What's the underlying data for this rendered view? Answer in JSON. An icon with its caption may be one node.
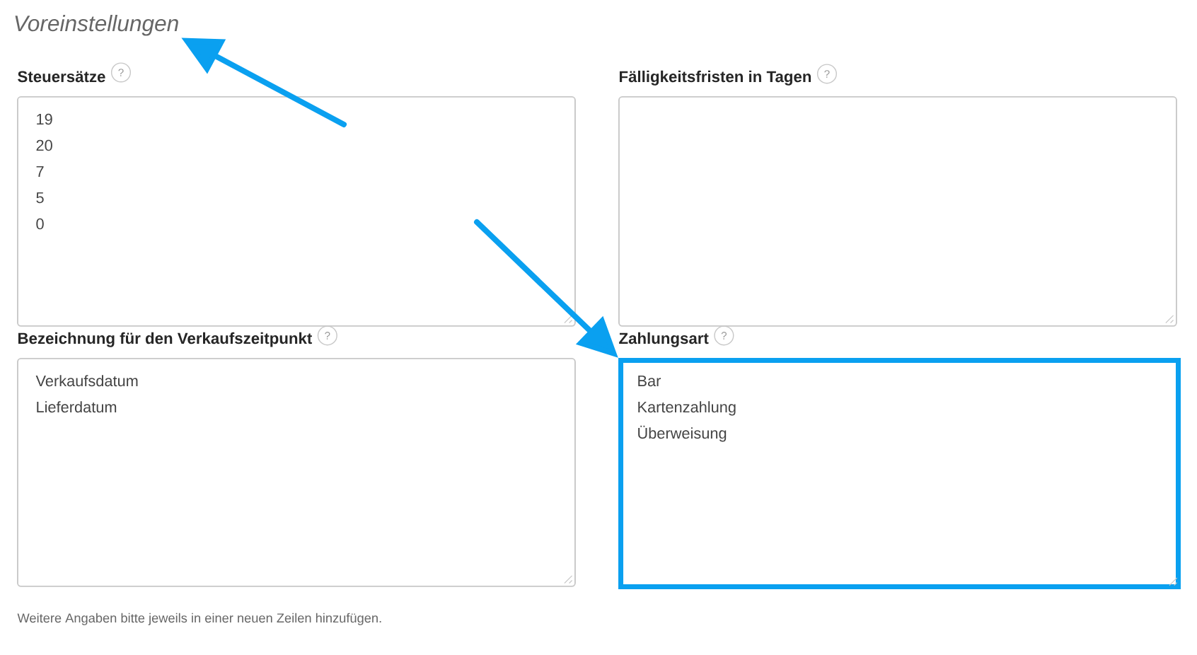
{
  "diagram": {
    "nodes": [
      {
        "text": [
          "Voreinstellungen"
        ]
      },
      {
        "text": [
          "Steuersätze",
          "19",
          "20",
          "7",
          "5",
          "0"
        ]
      },
      {
        "text": [
          "Fälligkeitsfristen in Tagen"
        ]
      },
      {
        "text": [
          "Bezeichnung für den Verkaufszeitpunkt",
          "Verkaufsdatum",
          "Lieferdatum"
        ]
      },
      {
        "text": [
          "Zahlungsart",
          "Bar",
          "Kartenzahlung",
          "Überweisung"
        ]
      }
    ],
    "edges": [
      {
        "from": 1,
        "to": 0,
        "arrow": "to"
      },
      {
        "from": 1,
        "to": 4,
        "arrow": "to"
      }
    ],
    "labels": [
      "?",
      "?",
      "?",
      "?",
      "Weitere Angaben bitte jeweils in einer neuen Zeilen hinzufügen."
    ]
  }
}
